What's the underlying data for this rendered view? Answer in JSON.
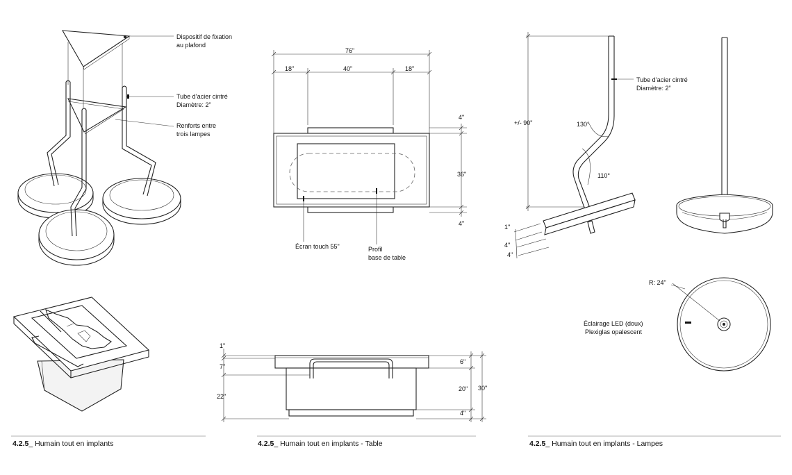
{
  "panels": {
    "left": {
      "caption_num": "4.2.5",
      "caption_text": "_ Humain tout en implants",
      "labels": {
        "ceiling_fixture_1": "Dispositif de fixation",
        "ceiling_fixture_2": "au plafond",
        "tube_1": "Tube d’acier cintré",
        "tube_2": "Diamètre: 2”",
        "brace_1": "Renforts entre",
        "brace_2": "trois lampes"
      }
    },
    "middle": {
      "caption_num": "4.2.5",
      "caption_text": "_ Humain tout en implants - Table",
      "plan_dims": {
        "overall": "76\"",
        "side_left": "18\"",
        "center": "40\"",
        "side_right": "18\"",
        "top_gap": "4\"",
        "depth": "36\"",
        "bottom_gap": "4\""
      },
      "labels": {
        "screen": "Écran touch 55\"",
        "profile_1": "Profil",
        "profile_2": "base de table"
      },
      "elev_dims": {
        "top_thk": "1\"",
        "apron": "7\"",
        "leg": "22\"",
        "right_top": "6\"",
        "right_mid": "20\"",
        "right_bottom": "4\"",
        "total": "30\""
      }
    },
    "right": {
      "caption_num": "4.2.5",
      "caption_text": "_ Humain tout en implants - Lampes",
      "labels": {
        "tube_1": "Tube d’acier cintré",
        "tube_2": "Diamètre: 2”",
        "height": "+/- 90\"",
        "angle_top": "130°",
        "angle_bottom": "110°",
        "base_1": "1\"",
        "base_2": "4\"",
        "base_3": "4\"",
        "radius": "R: 24\"",
        "led_1": "Éclairage LED (doux)",
        "led_2": "Plexiglas opalescent"
      }
    }
  }
}
